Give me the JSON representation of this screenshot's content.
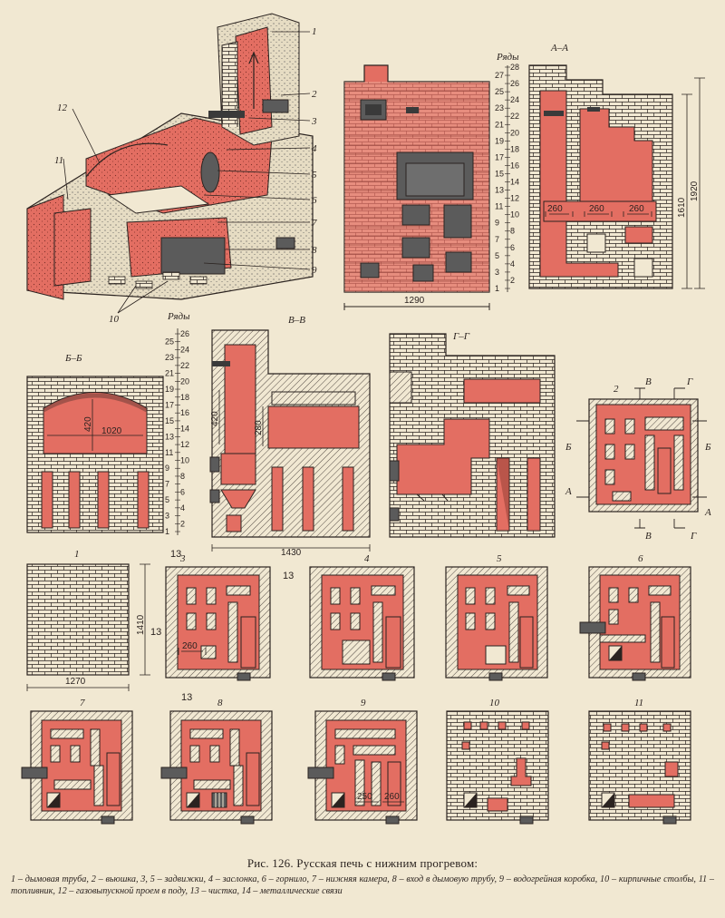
{
  "caption": {
    "title": "Рис. 126. Русская печь с нижним прогревом:",
    "legend": "1 – дымовая труба, 2 – вьюшка, 3, 5 – задвижки, 4 – заслонка, 6 – горнило, 7 – нижняя камера, 8 – вход в дымовую трубу, 9 – водогрейная коробка, 10 – кирпичные столбы, 11 – топливник, 12 – газовыпускной проем в поду, 13 – чистка, 14 – металлические связи"
  },
  "views": {
    "rows_label": "Ряды",
    "section_aa": "А–А",
    "section_bb": "Б–Б",
    "section_vv": "В–В",
    "section_gg": "Г–Г"
  },
  "callouts": [
    "1",
    "2",
    "3",
    "4",
    "5",
    "6",
    "7",
    "8",
    "9",
    "10",
    "11",
    "12"
  ],
  "row_scale_front": [
    "28",
    "27",
    "26",
    "25",
    "24",
    "23",
    "22",
    "21",
    "20",
    "19",
    "18",
    "17",
    "16",
    "15",
    "14",
    "13",
    "12",
    "11",
    "10",
    "9",
    "8",
    "7",
    "6",
    "5",
    "4",
    "3",
    "2",
    "1"
  ],
  "row_scale_bb": [
    "26",
    "25",
    "24",
    "23",
    "22",
    "21",
    "20",
    "19",
    "18",
    "17",
    "16",
    "15",
    "14",
    "13",
    "12",
    "11",
    "10",
    "9",
    "8",
    "7",
    "6",
    "5",
    "4",
    "3",
    "2",
    "1"
  ],
  "dims": {
    "front_width": "1290",
    "aa_height_outer": "1920",
    "aa_height_inner": "1610",
    "aa_w1": "260",
    "aa_w2": "260",
    "aa_w3": "260",
    "bb_arch_h": "420",
    "bb_arch_w": "1020",
    "vv_h1": "420",
    "vv_h2": "280",
    "vv_width": "1430",
    "plan_height": "1410",
    "plan_width": "1270",
    "r3_gap": "260",
    "r9_w1": "250",
    "r9_w2": "260"
  },
  "plan_marks": {
    "two": "2",
    "b_top": "В",
    "g_top": "Г",
    "b_side_l": "Б",
    "b_side_r": "Б",
    "a_l": "А",
    "a_r": "А",
    "b_bot": "В",
    "g_bot": "Г"
  },
  "row_plans": [
    "1",
    "3",
    "4",
    "5",
    "6",
    "7",
    "8",
    "9",
    "10",
    "11"
  ],
  "row3_marks": [
    "13",
    "13",
    "13",
    "13"
  ],
  "colors": {
    "brick": "#e36e62",
    "fill": "#f1e8d2",
    "line": "#2b2320",
    "plaster": "#e6dcc3"
  }
}
